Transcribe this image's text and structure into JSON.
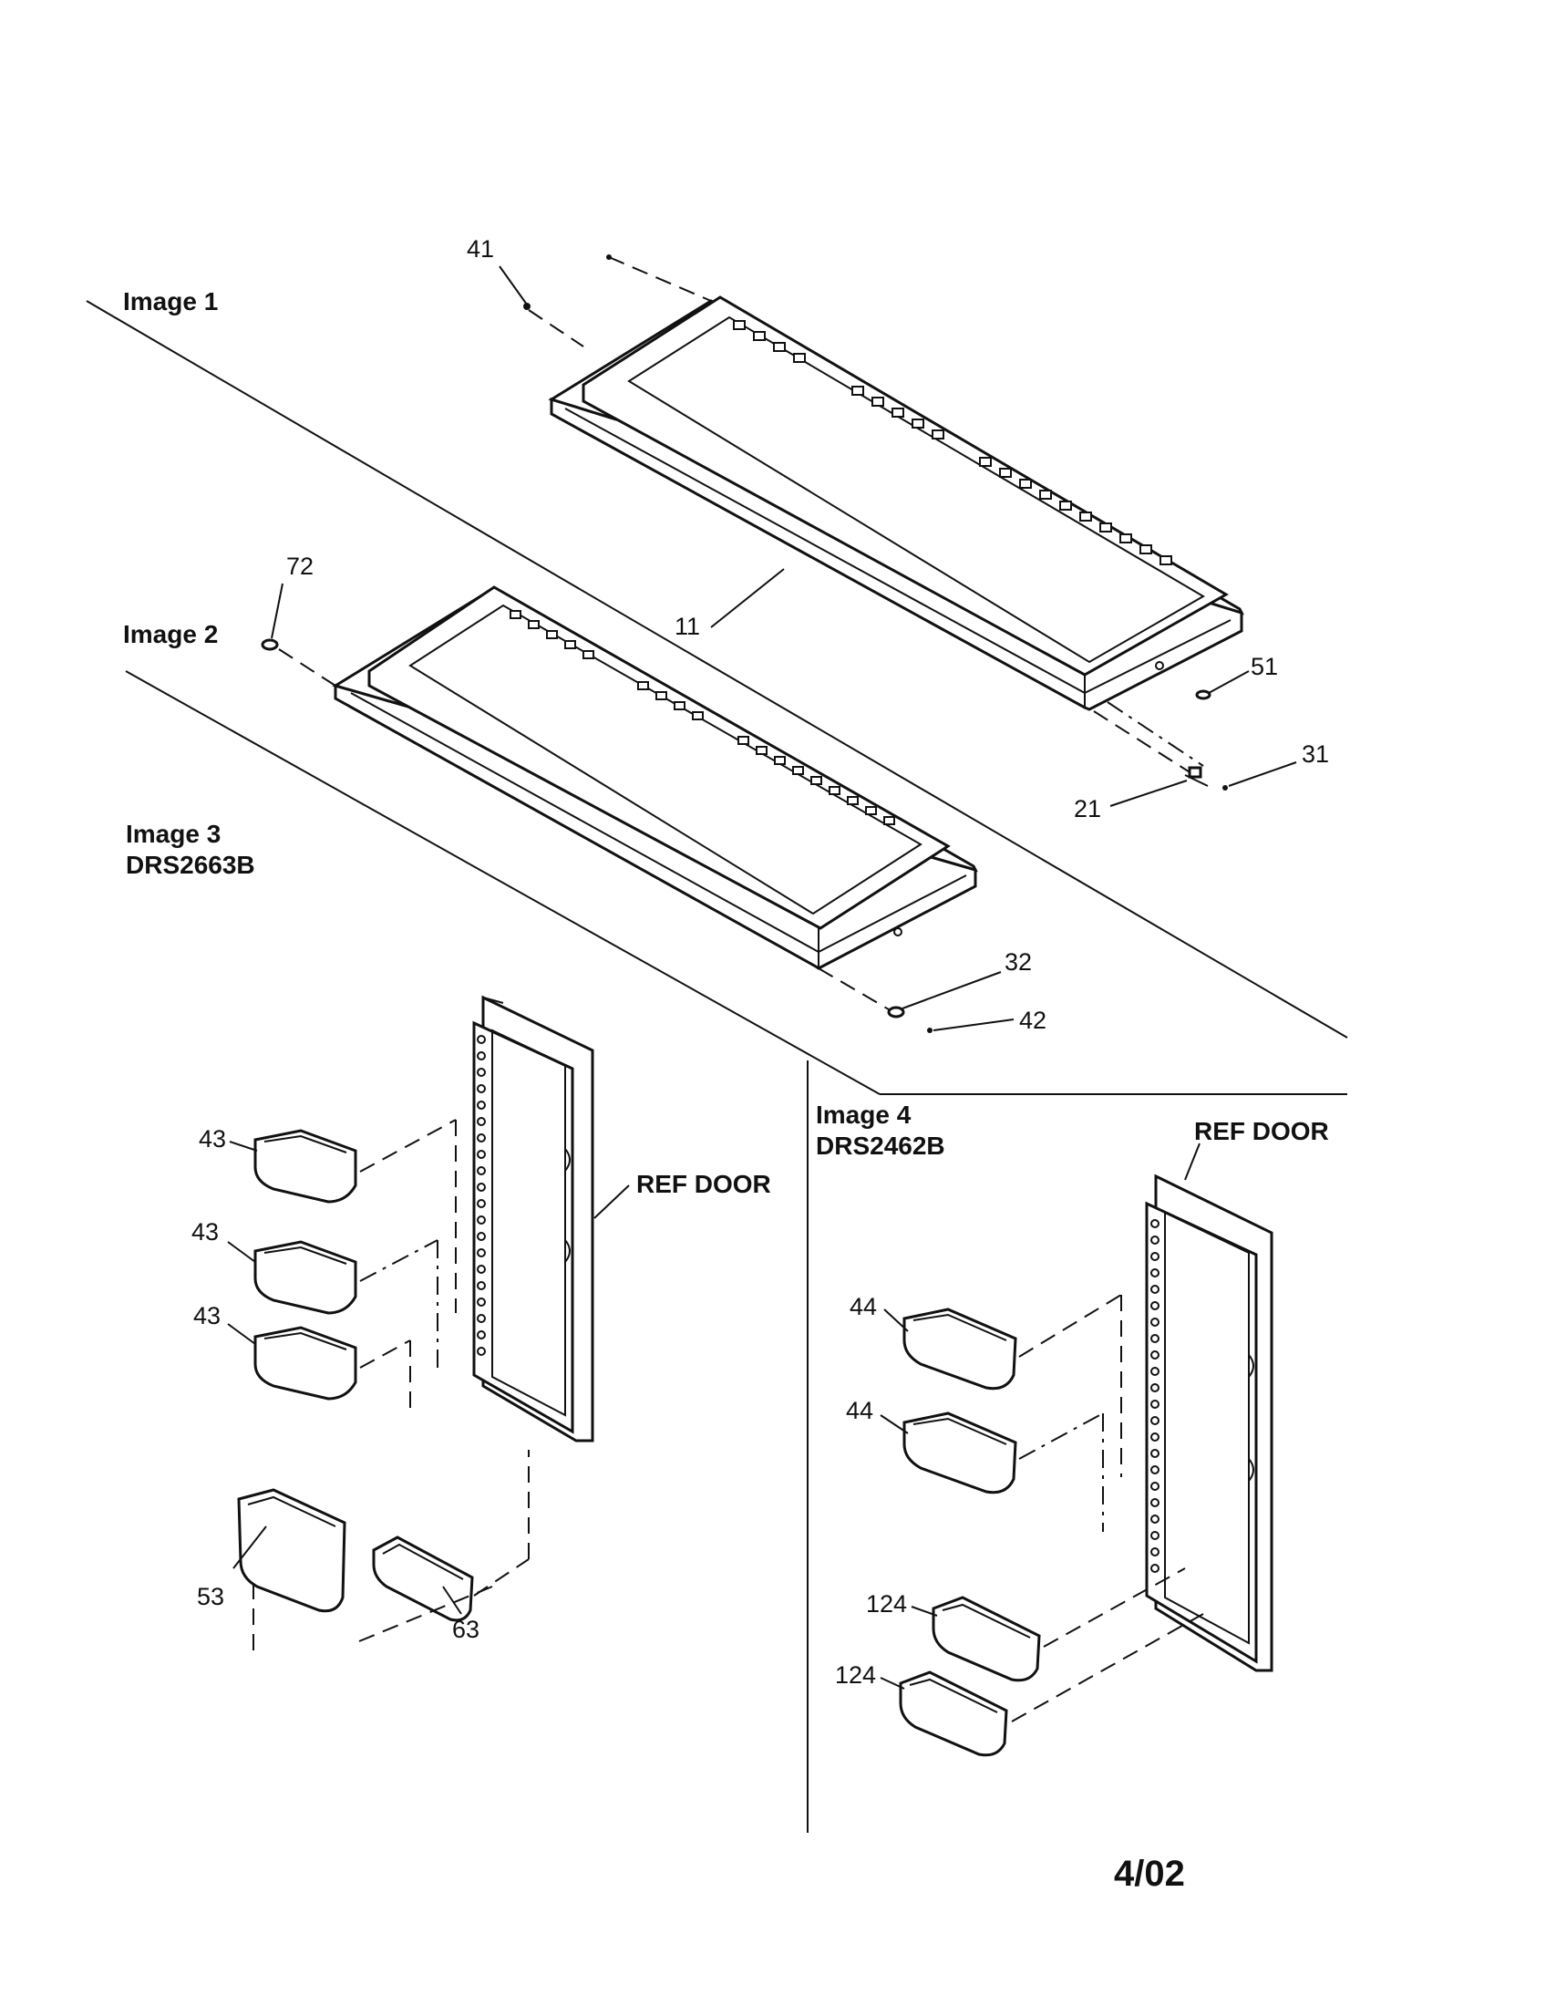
{
  "sections": {
    "image1": "Image 1",
    "image2": "Image 2",
    "image3": "Image 3",
    "image3_model": "DRS2663B",
    "image4": "Image 4",
    "image4_model": "DRS2462B"
  },
  "callouts": {
    "p41": "41",
    "p72": "72",
    "p11": "11",
    "p51": "51",
    "p31": "31",
    "p21": "21",
    "p32": "32",
    "p42": "42",
    "p43a": "43",
    "p43b": "43",
    "p43c": "43",
    "p53": "53",
    "p63": "63",
    "p44a": "44",
    "p44b": "44",
    "p124a": "124",
    "p124b": "124",
    "ref_door_left": "REF DOOR",
    "ref_door_right": "REF DOOR"
  },
  "footer": {
    "date": "4/02"
  }
}
